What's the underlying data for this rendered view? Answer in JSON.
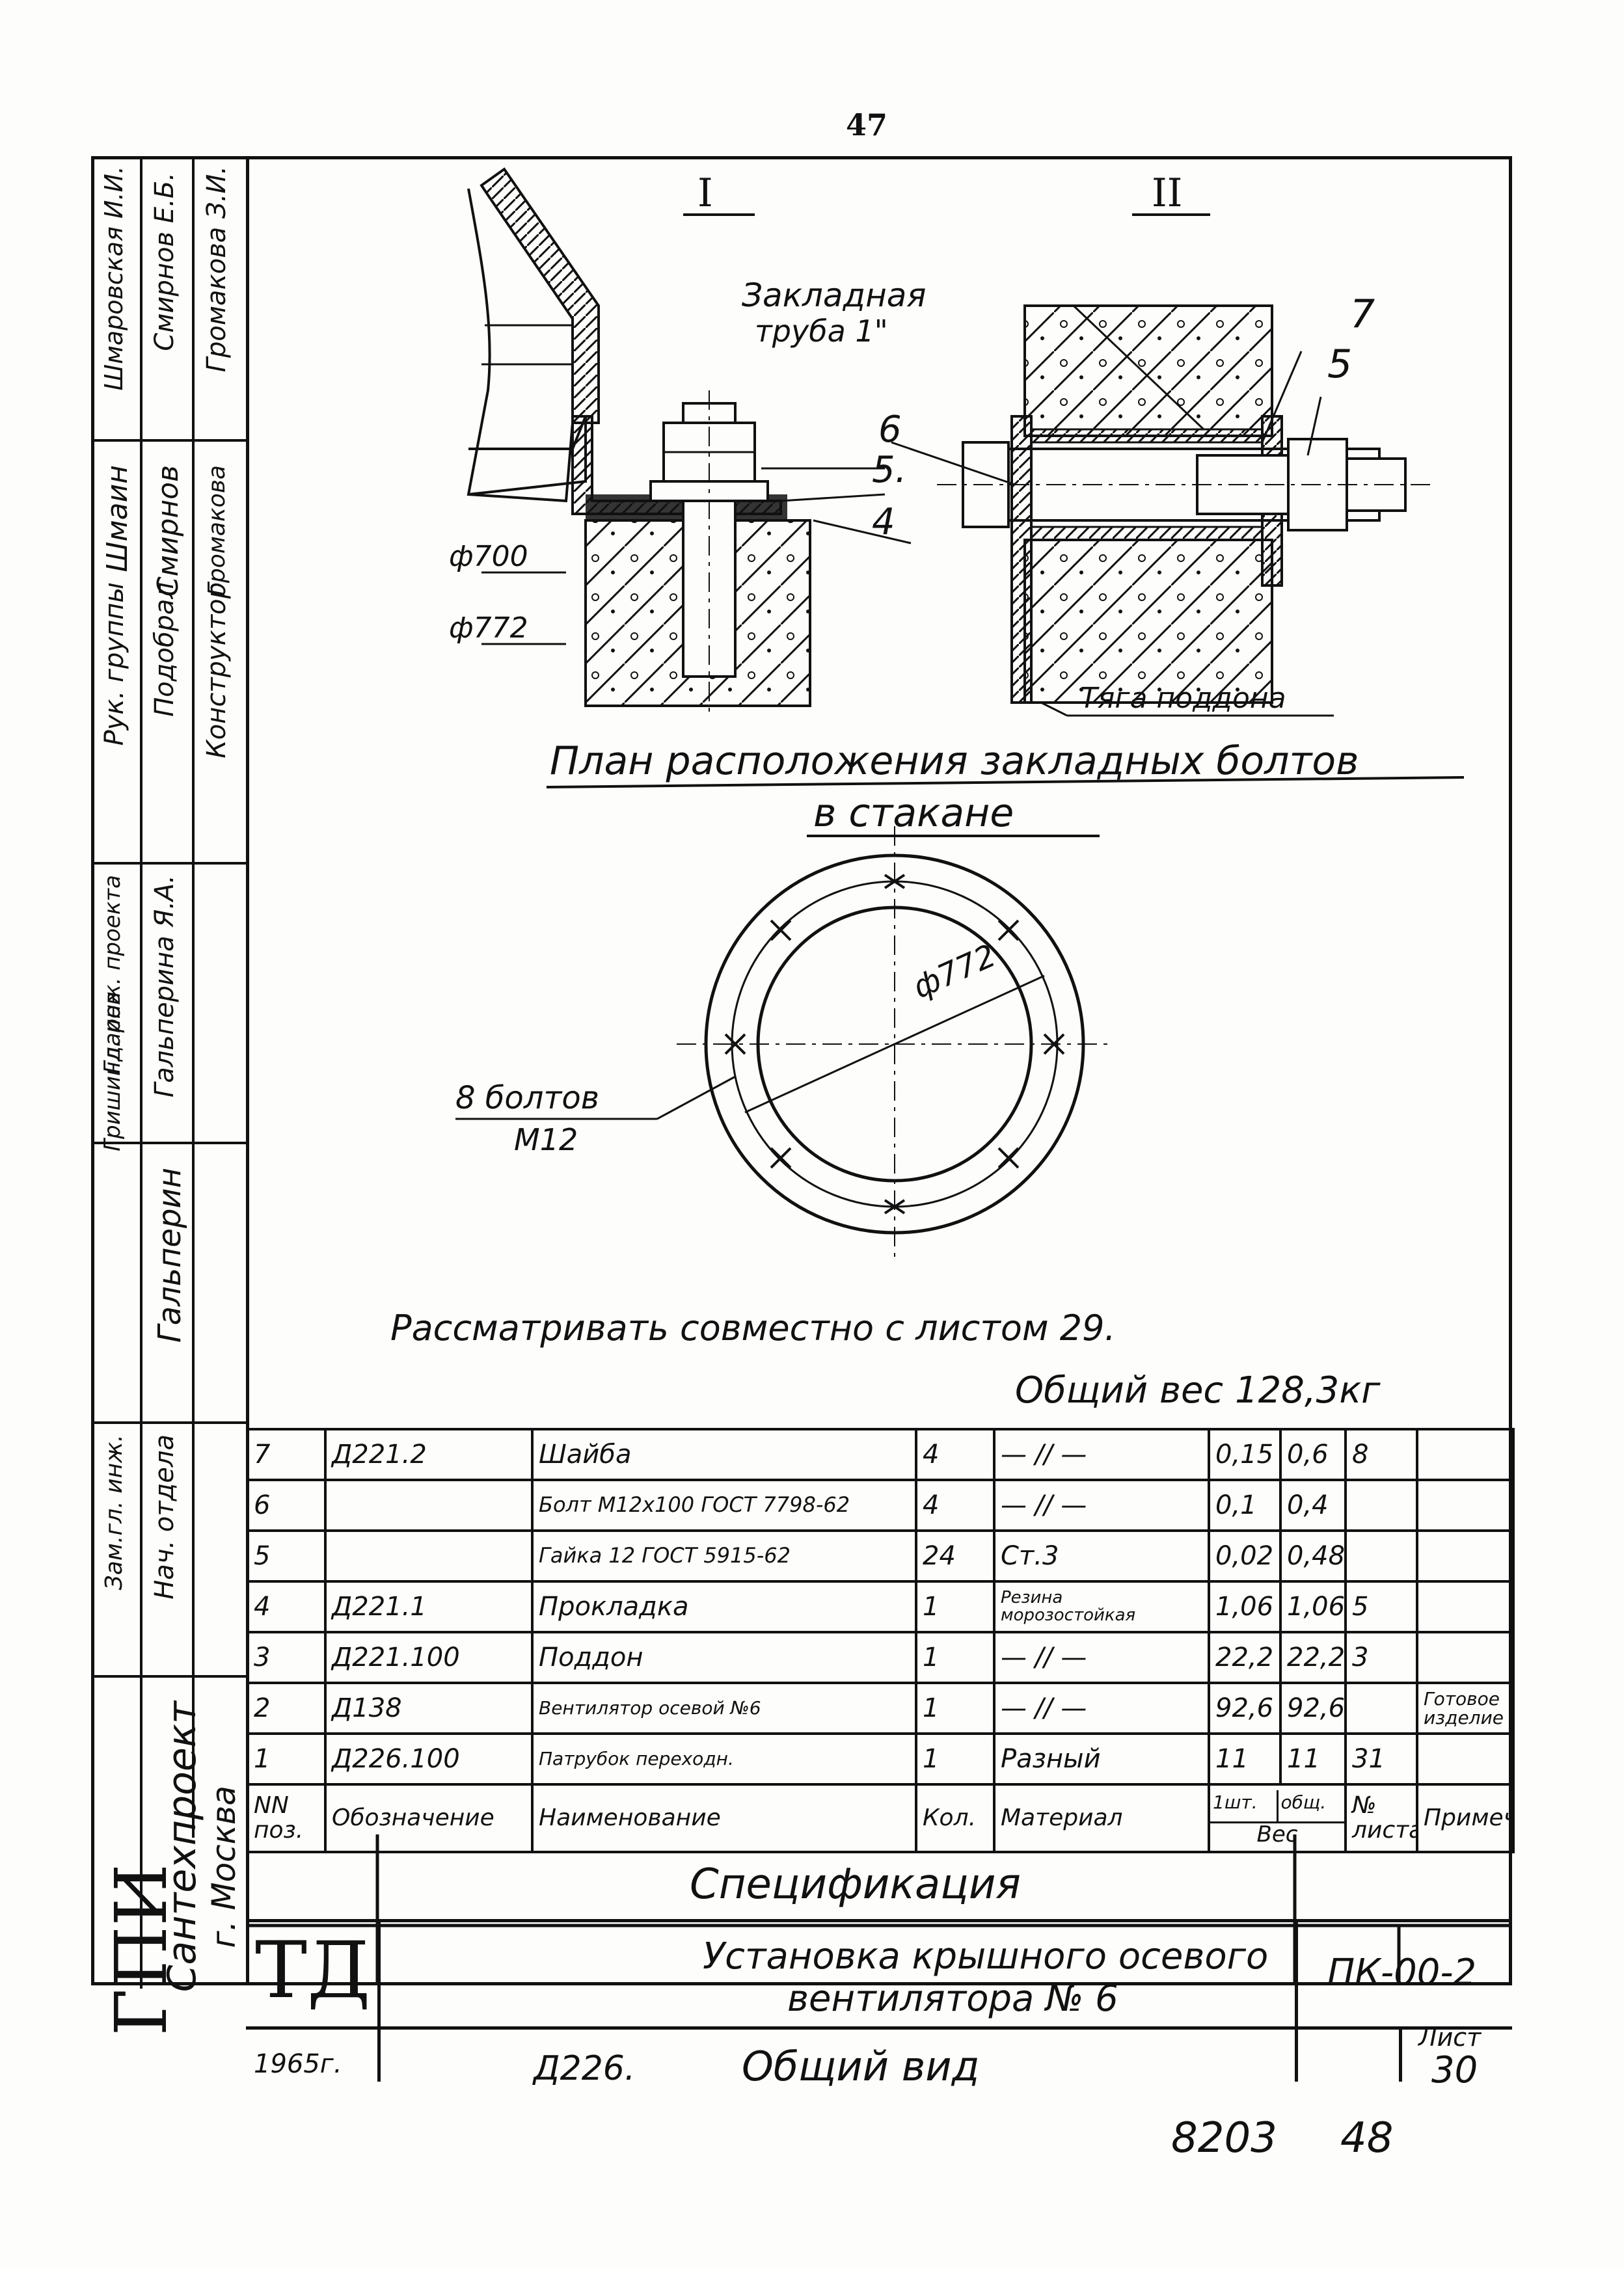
{
  "page_number": "47",
  "sheet_code": "ПК-00-2",
  "sheet_label": "Лист",
  "sheet_number": "30",
  "bottom_numbers": [
    "8203",
    "48"
  ],
  "org": {
    "abbr": "ГПИ",
    "name": "Сантехпроект",
    "city": "г. Москва"
  },
  "title_block": {
    "logo": "ТД",
    "year": "1965г.",
    "title_line1": "Установка крышного осевого",
    "title_line2": "вентилятора № 6",
    "subtitle_code": "Д226.",
    "subtitle": "Общий вид",
    "section_title": "Спецификация"
  },
  "sidebar": {
    "roles": [
      "Зам.гл. инж.",
      "Нач. отдела",
      "Гл. инж. проекта",
      "Рук. группы",
      "Подобрал",
      "Конструктор"
    ],
    "names": [
      "Шмаровская И.И.",
      "Смирнов Е.Б.",
      "Громакова З.И.",
      "Гальперина Я.А.",
      "Гришиндаров"
    ],
    "signature_marks": [
      "Шмаин",
      "Смирнов",
      "Громакова",
      "Гальперин"
    ]
  },
  "views": {
    "view_1": "I",
    "view_2": "II"
  },
  "callouts": {
    "pipe": "Закладная",
    "pipe2": "труба 1\"",
    "n7": "7",
    "n5a": "5",
    "n6": "6",
    "n5b": "5.",
    "n4": "4",
    "d700": "ф700",
    "d772": "ф772",
    "rod": "Тяга поддона",
    "plan_title": "План расположения закладных болтов",
    "plan_title2": "в стакане",
    "plan_d": "ф772",
    "bolts": "8 болтов",
    "bolts2": "М12",
    "note": "Рассматривать совместно с листом 29.",
    "weight": "Общий вес 128,3кг"
  },
  "spec": {
    "header": {
      "pos": "NN поз.",
      "designation": "Обозначение",
      "name": "Наименование",
      "qty": "Кол.",
      "material": "Материал",
      "w1": "1шт.",
      "w2": "общ.",
      "weight": "Вес",
      "sheet": "№ листа",
      "note": "Примеч."
    },
    "rows": [
      {
        "pos": "7",
        "designation": "Д221.2",
        "name": "Шайба",
        "qty": "4",
        "material": "— // —",
        "w1": "0,15",
        "w2": "0,6",
        "sheet": "8",
        "note": ""
      },
      {
        "pos": "6",
        "designation": "",
        "name": "Болт М12х100 ГОСТ 7798-62",
        "qty": "4",
        "material": "— // —",
        "w1": "0,1",
        "w2": "0,4",
        "sheet": "",
        "note": ""
      },
      {
        "pos": "5",
        "designation": "",
        "name": "Гайка 12 ГОСТ 5915-62",
        "qty": "24",
        "material": "Ст.3",
        "w1": "0,02",
        "w2": "0,48",
        "sheet": "",
        "note": ""
      },
      {
        "pos": "4",
        "designation": "Д221.1",
        "name": "Прокладка",
        "qty": "1",
        "material": "Резина морозостойкая",
        "w1": "1,06",
        "w2": "1,06",
        "sheet": "5",
        "note": ""
      },
      {
        "pos": "3",
        "designation": "Д221.100",
        "name": "Поддон",
        "qty": "1",
        "material": "— // —",
        "w1": "22,2",
        "w2": "22,2",
        "sheet": "3",
        "note": ""
      },
      {
        "pos": "2",
        "designation": "Д138",
        "name": "Вентилятор осевой №6",
        "qty": "1",
        "material": "— // —",
        "w1": "92,6",
        "w2": "92,6",
        "sheet": "",
        "note": "Готовое изделие"
      },
      {
        "pos": "1",
        "designation": "Д226.100",
        "name": "Патрубок переходн.",
        "qty": "1",
        "material": "Разный",
        "w1": "11",
        "w2": "11",
        "sheet": "31",
        "note": ""
      }
    ]
  }
}
